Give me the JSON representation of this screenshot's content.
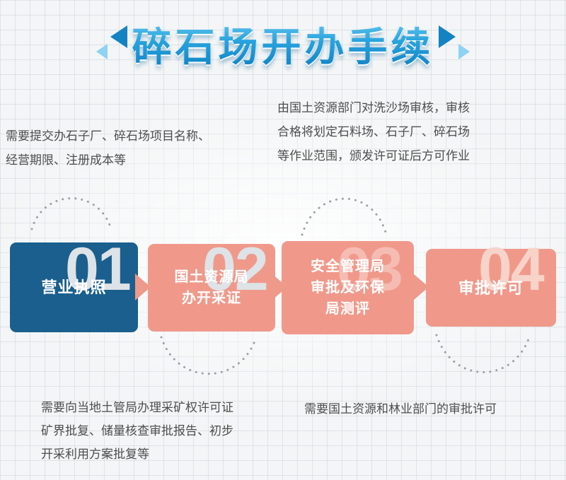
{
  "title": {
    "text": "碎石场开办手续"
  },
  "annotations": {
    "top_left": {
      "lines": [
        "需要提交办石子厂、碎石场项目名称、",
        "经营期限、注册成本等"
      ]
    },
    "top_right": {
      "lines": [
        "由国土资源部门对洗沙场审核，审核",
        "合格将划定石料场、石子厂、碎石场",
        "等作业范围，颁发许可证后方可作业"
      ]
    },
    "bottom_left": {
      "lines": [
        "需要向当地土管局办理采矿权许可证",
        "矿界批复、储量核查审批报告、初步",
        "开采利用方案批复等"
      ]
    },
    "bottom_right": {
      "lines": [
        "需要国土资源和林业部门的审批许可"
      ]
    }
  },
  "flow": {
    "steps": [
      {
        "number": "01",
        "lines": [
          "营业执照"
        ]
      },
      {
        "number": "02",
        "lines": [
          "国土资源局",
          "办开采证"
        ]
      },
      {
        "number": "03",
        "lines": [
          "安全管理局",
          "审批及环保",
          "局测评"
        ]
      },
      {
        "number": "04",
        "lines": [
          "审批许可"
        ]
      }
    ]
  },
  "colors": {
    "title_blue": "#1590cc",
    "title_gradient_top": "#6fcdf4",
    "title_gradient_bottom": "#0c7ec2",
    "step1_bg": "#1a5f8e",
    "step_bg": "#f0998b",
    "arrow": "#ee9a8b",
    "number_gray": "#dde3e7",
    "number_pink": "#f7d3c9",
    "annotation_text": "#4e4e4e",
    "connector_dots": "#9aa0a6",
    "background": "#f3f5f6"
  }
}
